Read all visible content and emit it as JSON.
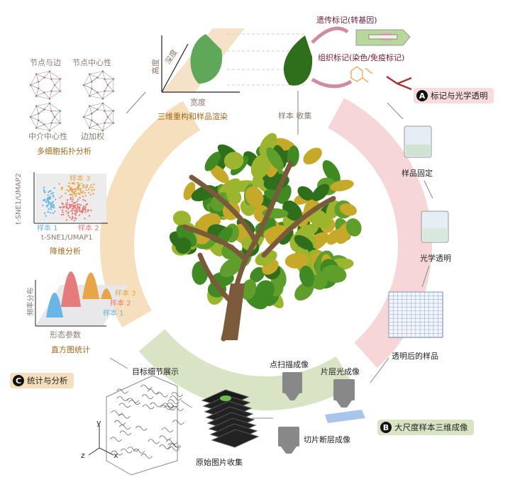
{
  "sections": {
    "a": {
      "letter": "A",
      "title": "标记与光学透明"
    },
    "b": {
      "letter": "B",
      "title": "大尺度样本三维成像"
    },
    "c": {
      "letter": "C",
      "title": "统计与分析"
    }
  },
  "labeling": {
    "genetic": "遗传标记(转基因)",
    "tissue": "组织标记(染色/免疫标记)",
    "collection": "样本 收集"
  },
  "clearing": {
    "fixation": "样品固定",
    "clearing": "光学透明",
    "cleared_sample": "透明后的样品"
  },
  "imaging": {
    "confocal": "点扫描成像",
    "lightsheet": "片层光成像",
    "serial": "切片断层成像",
    "raw": "原始图片收集",
    "detail": "目标细节展示",
    "axes": {
      "x": "x",
      "y": "y",
      "z": "z"
    }
  },
  "reconstruction": {
    "height": "高度",
    "depth": "深度",
    "width": "宽度",
    "title": "三维重构和样品渲染"
  },
  "topology": {
    "nodes_edges": "节点与边",
    "node_centrality": "节点中心性",
    "betweenness": "中介中心性",
    "edge_weight": "边加权",
    "title": "多细胞拓扑分析"
  },
  "dimred": {
    "ylabel": "t-SNE1/UMAP2",
    "xlabel": "t-SNE1/UMAP1",
    "s1": "样本 1",
    "s2": "样本 2",
    "s3": "样本 3",
    "title": "降维分析"
  },
  "histogram": {
    "ylabel": "频率分布",
    "xlabel": "形态参数",
    "s1": "样本 1",
    "s2": "样本 2",
    "s3": "样本 3",
    "title": "直方图统计"
  },
  "colors": {
    "beige": "#f6dfbd",
    "pink": "#f6d6d6",
    "green": "#d9e4c4",
    "s1": "#6ab4e6",
    "s2": "#e57b7b",
    "s3": "#e8a548"
  }
}
